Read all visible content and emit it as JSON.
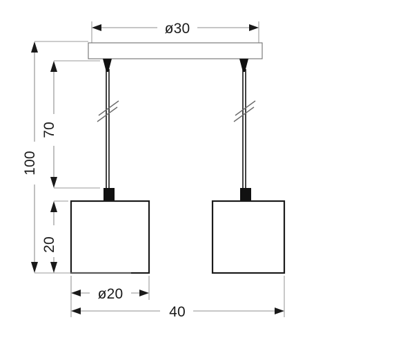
{
  "drawing": {
    "type": "technical-dimension-drawing",
    "subject": "двухламповый подвесной светильник с квадратными плафонами",
    "units": "cm",
    "background_color": "#ffffff",
    "line_color": "#1a1a1a",
    "dimension_line_color": "#8c8c8c",
    "dimensions": {
      "canopy_width": {
        "label": "ø30",
        "value": 30,
        "orientation": "horizontal",
        "position": "top"
      },
      "total_height": {
        "label": "100",
        "value": 100,
        "orientation": "vertical",
        "position": "left-outer"
      },
      "cord_length": {
        "label": "70",
        "value": 70,
        "orientation": "vertical",
        "position": "left-inner-upper"
      },
      "shade_height": {
        "label": "20",
        "value": 20,
        "orientation": "vertical",
        "position": "left-inner-lower"
      },
      "shade_width": {
        "label": "ø20",
        "value": 20,
        "orientation": "horizontal",
        "position": "bottom-inner"
      },
      "overall_width": {
        "label": "40",
        "value": 40,
        "orientation": "horizontal",
        "position": "bottom-outer"
      }
    },
    "parts": {
      "canopy": "ceiling-mount-bar",
      "cord_left": "suspension-cord-left",
      "cord_right": "suspension-cord-right",
      "shade_left": "square-shade-left",
      "shade_right": "square-shade-right",
      "break_symbol": "cord-break-marker"
    }
  }
}
